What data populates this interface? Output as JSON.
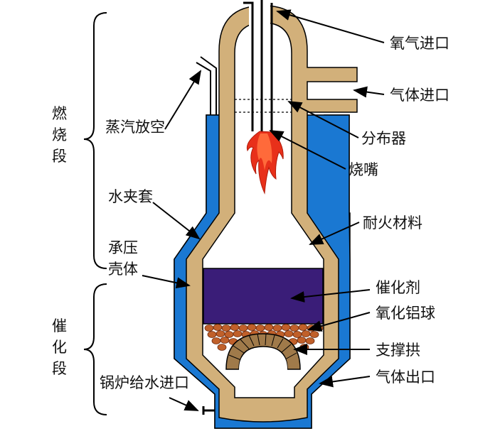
{
  "colors": {
    "water_jacket": "#1a78d2",
    "refractory": "#d2b07a",
    "catalyst": "#3a1d78",
    "alumina_ball": "#c0602a",
    "support_arch": "#a07a4a",
    "flame_outer": "#e8301a",
    "flame_inner": "#ff6a3a",
    "outline": "#000000"
  },
  "labels": {
    "oxygen_inlet": "氧气进口",
    "gas_inlet": "气体进口",
    "steam_vent": "蒸汽放空",
    "distributor": "分布器",
    "burner": "烧嘴",
    "water_jacket": "水夹套",
    "refractory": "耐火材料",
    "pressure_shell_line1": "承压",
    "pressure_shell_line2": "壳体",
    "catalyst": "催化剂",
    "alumina_balls": "氧化铝球",
    "support_arch": "支撑拱",
    "gas_outlet": "气体出口",
    "boiler_feed_inlet": "锅炉给水进口"
  },
  "sections": {
    "combustion": [
      "燃",
      "烧",
      "段"
    ],
    "catalytic": [
      "催",
      "化",
      "段"
    ]
  }
}
